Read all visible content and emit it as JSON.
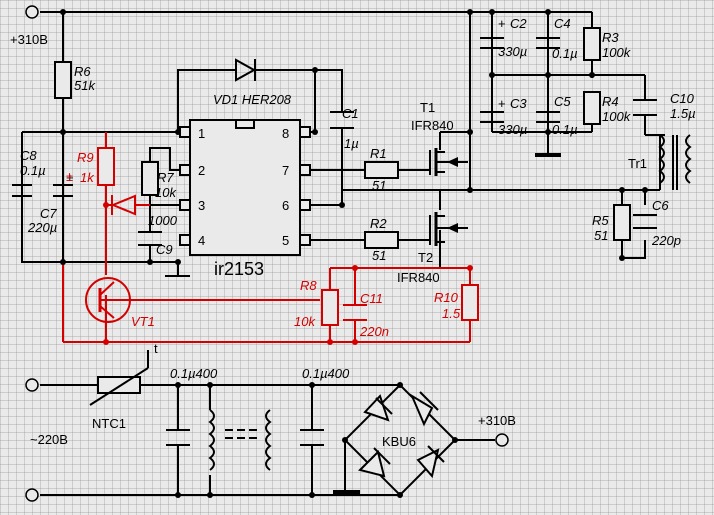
{
  "supply": {
    "top": "+310В",
    "out": "+310В",
    "mains": "~220В"
  },
  "ic": {
    "name": "ir2153",
    "pins": [
      "1",
      "2",
      "3",
      "4",
      "8",
      "7",
      "6",
      "5"
    ]
  },
  "parts": {
    "R6": [
      "R6",
      "51k"
    ],
    "R7": [
      "R7",
      "10k"
    ],
    "R1": [
      "R1",
      "51"
    ],
    "R2": [
      "R2",
      "51"
    ],
    "R3": [
      "R3",
      "100k"
    ],
    "R4": [
      "R4",
      "100k"
    ],
    "R5": [
      "R5",
      "51"
    ],
    "C1": [
      "C1",
      "1µ"
    ],
    "C2": [
      "C2",
      "330µ"
    ],
    "C3": [
      "C3",
      "330µ"
    ],
    "C4": [
      "C4",
      "0.1µ"
    ],
    "C5": [
      "C5",
      "0.1µ"
    ],
    "C6": [
      "C6",
      "220p"
    ],
    "C7": [
      "C7",
      "220µ"
    ],
    "C8": [
      "C8",
      "0.1µ"
    ],
    "C9": [
      "C9",
      "1000"
    ],
    "C10": [
      "C10",
      "1.5µ"
    ],
    "T1": [
      "T1",
      "IFR840"
    ],
    "T2": [
      "T2",
      "IFR840"
    ],
    "VD1": "VD1 HER208",
    "Tr1": "Tr1",
    "NTC1": "NTC1",
    "t": "t",
    "KBU6": "KBU6",
    "cf1": "0.1µ400",
    "cf2": "0.1µ400"
  },
  "red_parts": {
    "R9": [
      "R9",
      "1k"
    ],
    "R8": [
      "R8",
      "10k"
    ],
    "C11": [
      "C11",
      "220n"
    ],
    "R10": [
      "R10",
      "1.5"
    ],
    "VT1": "VT1"
  },
  "colors": {
    "wire": "#000000",
    "mod": "#d40000",
    "background": "#eaeaea"
  }
}
